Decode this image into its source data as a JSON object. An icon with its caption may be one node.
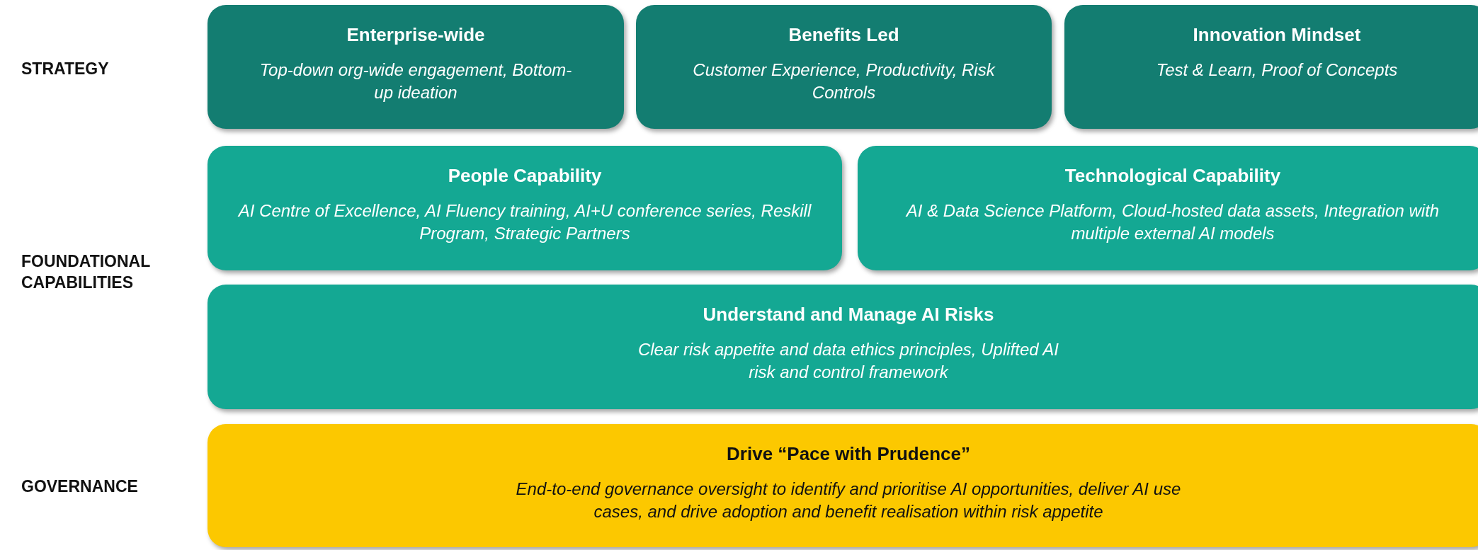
{
  "diagram": {
    "nodes": [
      {
        "text": [
          "Enterprise-wide",
          "Top-down org-wide engagement, Bottom-up ideation"
        ]
      },
      {
        "text": [
          "Benefits Led",
          "Customer Experience, Productivity, Risk Controls"
        ]
      },
      {
        "text": [
          "Innovation Mindset",
          "Test & Learn, Proof of Concepts"
        ]
      },
      {
        "text": [
          "People Capability",
          "AI Centre of Excellence, AI Fluency training, AI+U conference series, Reskill Program, Strategic Partners"
        ]
      },
      {
        "text": [
          "Technological Capability",
          "AI & Data Science Platform, Cloud-hosted data assets, Integration with multiple external AI models"
        ]
      },
      {
        "text": [
          "Understand and Manage AI Risks",
          "Clear risk appetite and data ethics principles, Uplifted AI risk and control framework"
        ]
      },
      {
        "text": [
          "Drive “Pace with Prudence”",
          "End-to-end governance oversight to identify and prioritise AI opportunities, deliver AI use cases, and drive adoption and benefit realisation within risk appetite"
        ]
      }
    ],
    "edges": [],
    "labels": [
      "STRATEGY",
      "FOUNDATIONAL CAPABILITIES",
      "GOVERNANCE"
    ]
  }
}
